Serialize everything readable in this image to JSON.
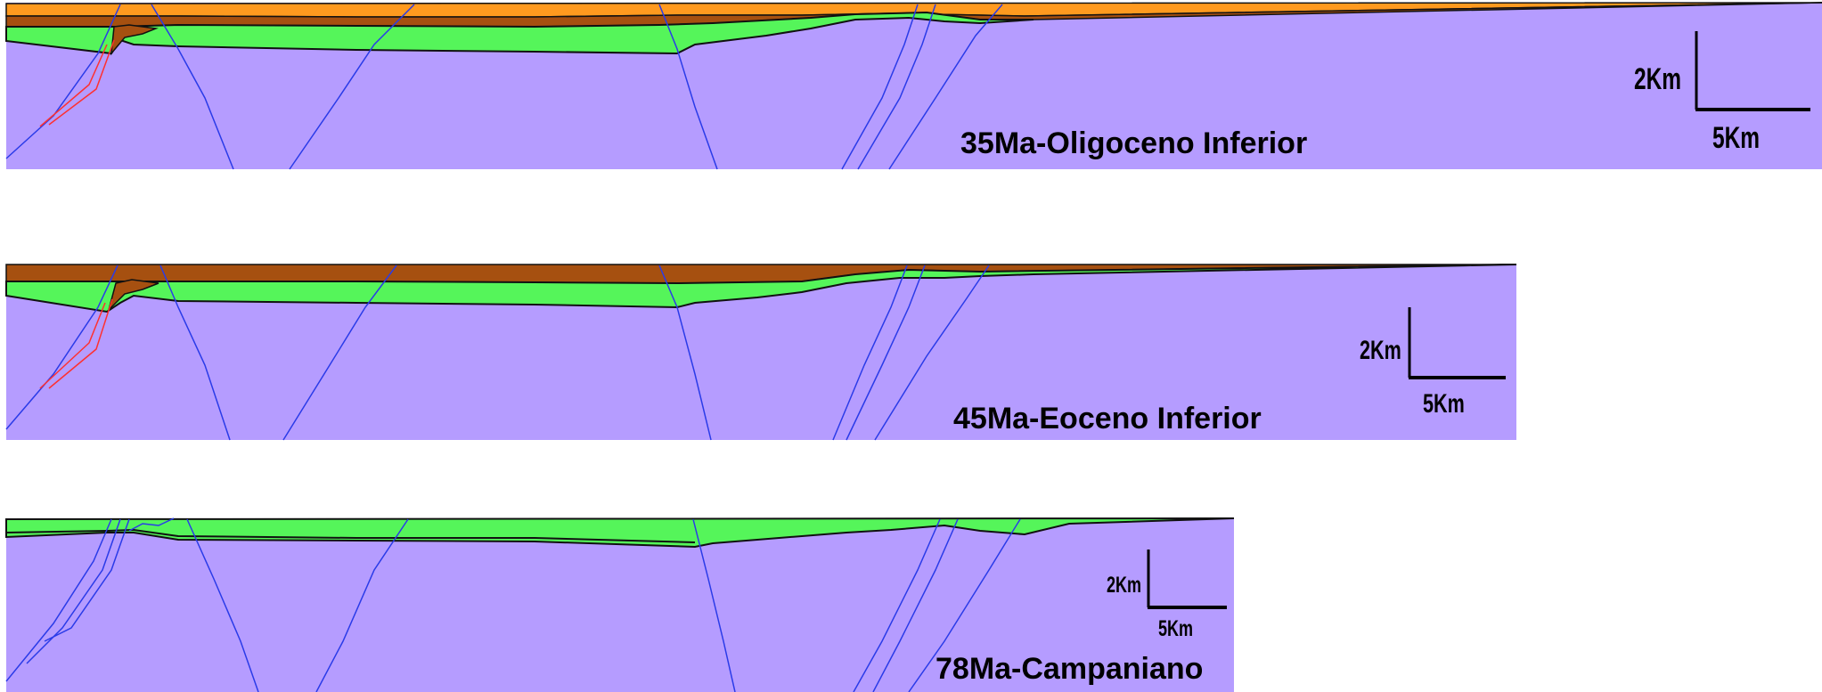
{
  "colors": {
    "basement": "#b59cff",
    "green_unit": "#55f55a",
    "orange_unit": "#ff9a1f",
    "brown_unit": "#a65010",
    "fault_blue": "#2a3be8",
    "fault_red": "#ff3030",
    "outline": "#111111"
  },
  "panels": [
    {
      "label": "35Ma-Oligoceno Inferior",
      "scale_vertical": "2Km",
      "scale_horizontal": "5Km"
    },
    {
      "label": "45Ma-Eoceno Inferior",
      "scale_vertical": "2Km",
      "scale_horizontal": "5Km"
    },
    {
      "label": "78Ma-Campaniano",
      "scale_vertical": "2Km",
      "scale_horizontal": "5Km"
    }
  ]
}
